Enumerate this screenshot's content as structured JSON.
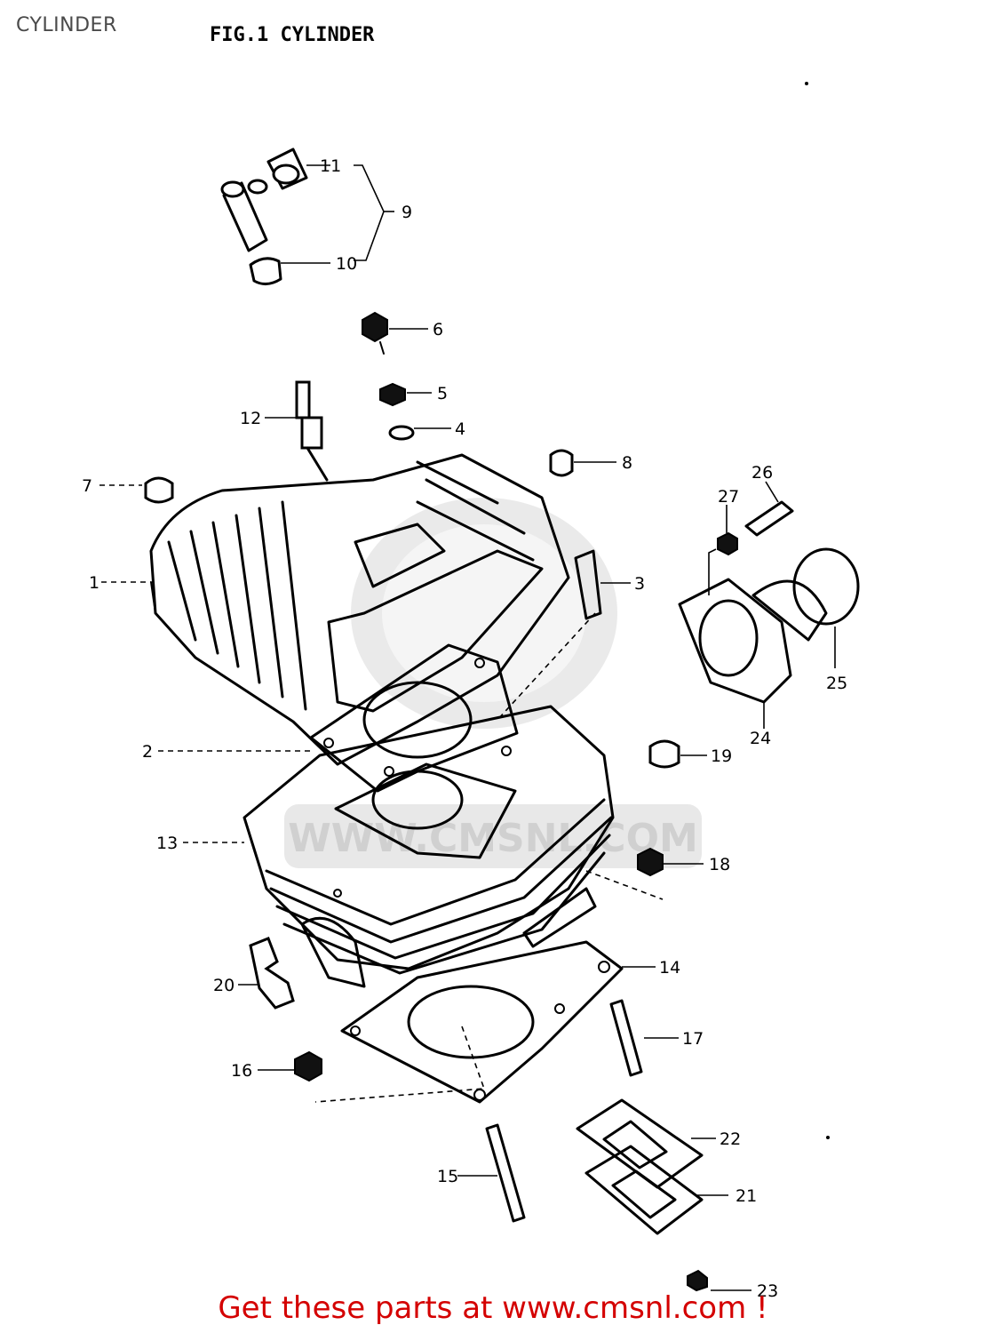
{
  "header": {
    "title": "CYLINDER"
  },
  "diagram": {
    "figure_title": "FIG.1  CYLINDER",
    "watermark": "WWW.CMSNL.COM",
    "callouts": [
      "1",
      "2",
      "3",
      "4",
      "5",
      "6",
      "7",
      "8",
      "9",
      "10",
      "11",
      "12",
      "13",
      "14",
      "15",
      "16",
      "17",
      "18",
      "19",
      "20",
      "21",
      "22",
      "23",
      "24",
      "25",
      "26",
      "27"
    ]
  },
  "footer": {
    "cta": "Get these parts at www.cmsnl.com !"
  },
  "colors": {
    "cta": "#d40000",
    "title": "#4a4a4a",
    "watermark": "#d9d9d9"
  }
}
